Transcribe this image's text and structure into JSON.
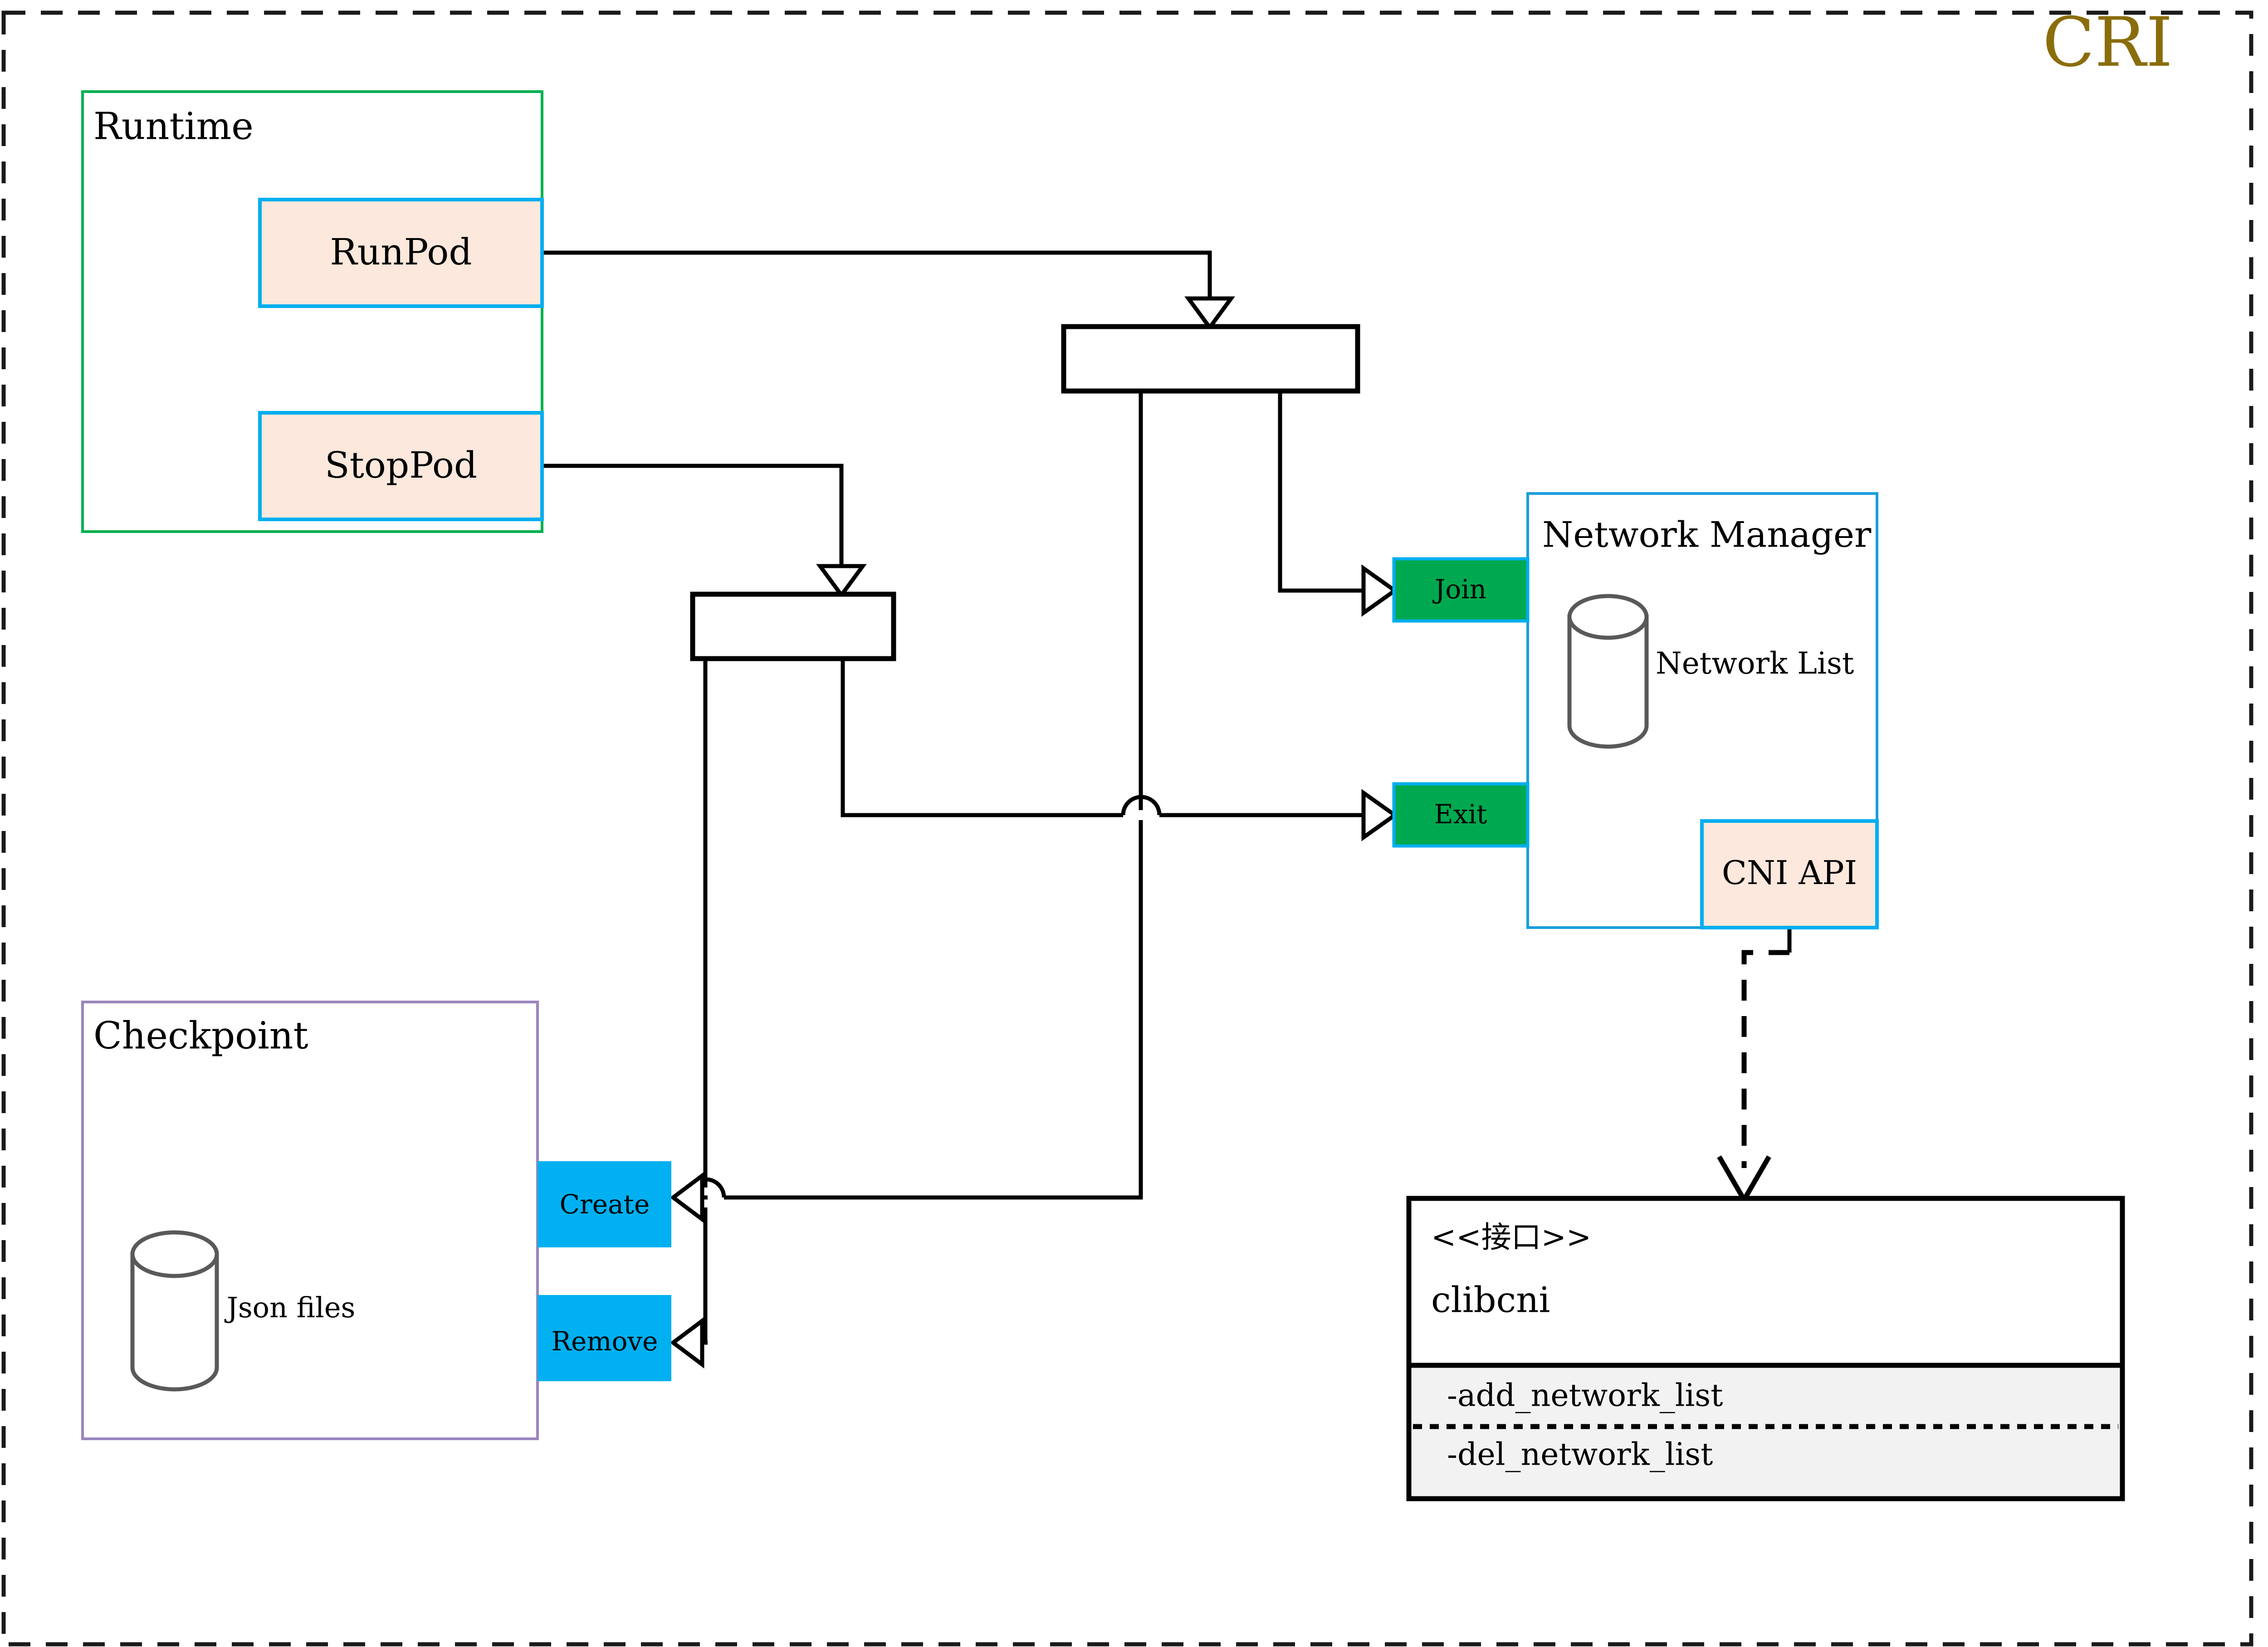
{
  "page": {
    "title": "CRI",
    "title_color": "#8a6d0b",
    "background": "#ffffff",
    "outer_border_style": "dashed"
  },
  "colors": {
    "runtime_border": "#00b050",
    "checkpoint_border": "#9a86bd",
    "network_manager_border": "#1a9ede",
    "api_box_fill": "#fce8dc",
    "api_box_border": "#00aeef",
    "green_port": "#00a94f",
    "cyan_port": "#00b0f0",
    "interface_methods_fill": "#f2f2f2",
    "line": "#000000",
    "cylinder_stroke": "#595959"
  },
  "groups": {
    "runtime": {
      "label": "Runtime",
      "operations": [
        {
          "label": "RunPod"
        },
        {
          "label": "StopPod"
        }
      ]
    },
    "checkpoint": {
      "label": "Checkpoint",
      "store_label": "Json files",
      "store_icon": "database-cylinder-icon",
      "ports": [
        {
          "label": "Create"
        },
        {
          "label": "Remove"
        }
      ]
    },
    "network_manager": {
      "label": "Network Manager",
      "store_label": "Network List",
      "store_icon": "database-cylinder-icon",
      "ports": [
        {
          "label": "Join"
        },
        {
          "label": "Exit"
        }
      ],
      "api_label": "CNI API"
    }
  },
  "interface": {
    "stereotype": "<<接口>>",
    "name": "clibcni",
    "methods": [
      "-add_network_list",
      "-del_network_list"
    ]
  },
  "forks": [
    {
      "name": "runpod-fork"
    },
    {
      "name": "stoppod-fork"
    }
  ]
}
